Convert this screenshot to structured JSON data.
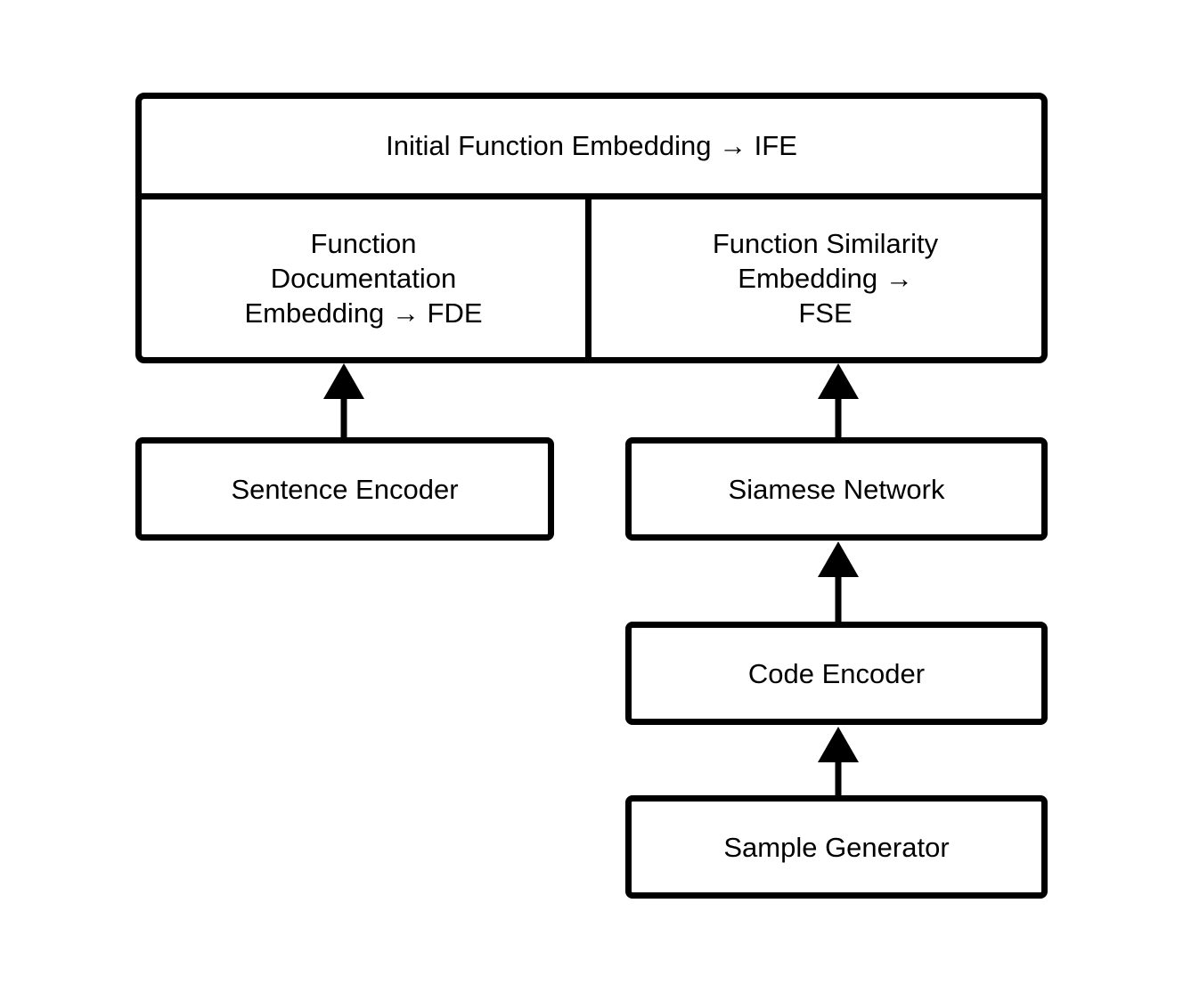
{
  "diagram": {
    "ife": {
      "title": "Initial Function Embedding → IFE",
      "fde_label": "Function\nDocumentation\nEmbedding → FDE",
      "fse_label": "Function Similarity\nEmbedding →\nFSE"
    },
    "nodes": {
      "sentence_encoder": "Sentence Encoder",
      "siamese_network": "Siamese Network",
      "code_encoder": "Code Encoder",
      "sample_generator": "Sample Generator"
    },
    "edges": [
      {
        "from": "Sentence Encoder",
        "to": "Function Documentation Embedding"
      },
      {
        "from": "Siamese Network",
        "to": "Function Similarity Embedding"
      },
      {
        "from": "Code Encoder",
        "to": "Siamese Network"
      },
      {
        "from": "Sample Generator",
        "to": "Code Encoder"
      }
    ]
  }
}
